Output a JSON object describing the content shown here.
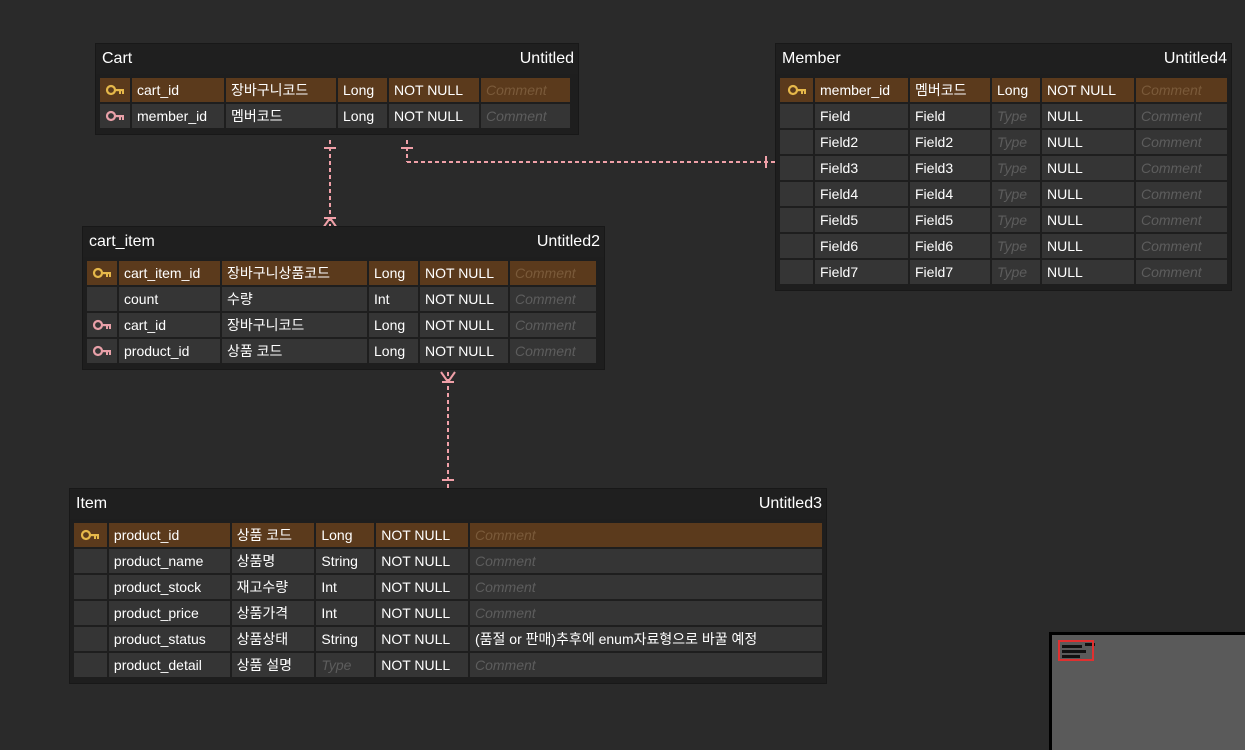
{
  "colors": {
    "background": "#2a2a2a",
    "primary_key_row": "#5b3a1c",
    "row": "#353535",
    "relation_line": "#f0a0a8",
    "pk_icon": "#e6b84a",
    "fk_icon": "#e8a0a8"
  },
  "tables": {
    "cart": {
      "name": "Cart",
      "comment": "Untitled",
      "rows": [
        {
          "key": "pk",
          "name": "cart_id",
          "logical": "장바구니코드",
          "type": "Long",
          "null": "NOT NULL",
          "comment": "Comment"
        },
        {
          "key": "fk",
          "name": "member_id",
          "logical": "멤버코드",
          "type": "Long",
          "null": "NOT NULL",
          "comment": "Comment"
        }
      ]
    },
    "member": {
      "name": "Member",
      "comment": "Untitled4",
      "rows": [
        {
          "key": "pk",
          "name": "member_id",
          "logical": "멤버코드",
          "type": "Long",
          "null": "NOT NULL",
          "comment": "Comment"
        },
        {
          "key": "",
          "name": "Field",
          "logical": "Field",
          "type": "Type",
          "null": "NULL",
          "comment": "Comment"
        },
        {
          "key": "",
          "name": "Field2",
          "logical": "Field2",
          "type": "Type",
          "null": "NULL",
          "comment": "Comment"
        },
        {
          "key": "",
          "name": "Field3",
          "logical": "Field3",
          "type": "Type",
          "null": "NULL",
          "comment": "Comment"
        },
        {
          "key": "",
          "name": "Field4",
          "logical": "Field4",
          "type": "Type",
          "null": "NULL",
          "comment": "Comment"
        },
        {
          "key": "",
          "name": "Field5",
          "logical": "Field5",
          "type": "Type",
          "null": "NULL",
          "comment": "Comment"
        },
        {
          "key": "",
          "name": "Field6",
          "logical": "Field6",
          "type": "Type",
          "null": "NULL",
          "comment": "Comment"
        },
        {
          "key": "",
          "name": "Field7",
          "logical": "Field7",
          "type": "Type",
          "null": "NULL",
          "comment": "Comment"
        }
      ]
    },
    "cart_item": {
      "name": "cart_item",
      "comment": "Untitled2",
      "rows": [
        {
          "key": "pk",
          "name": "cart_item_id",
          "logical": "장바구니상품코드",
          "type": "Long",
          "null": "NOT NULL",
          "comment": "Comment"
        },
        {
          "key": "",
          "name": "count",
          "logical": "수량",
          "type": "Int",
          "null": "NOT NULL",
          "comment": "Comment"
        },
        {
          "key": "fk",
          "name": "cart_id",
          "logical": "장바구니코드",
          "type": "Long",
          "null": "NOT NULL",
          "comment": "Comment"
        },
        {
          "key": "fk",
          "name": "product_id",
          "logical": "상품 코드",
          "type": "Long",
          "null": "NOT NULL",
          "comment": "Comment"
        }
      ]
    },
    "item": {
      "name": "Item",
      "comment": "Untitled3",
      "rows": [
        {
          "key": "pk",
          "name": "product_id",
          "logical": "상품 코드",
          "type": "Long",
          "null": "NOT NULL",
          "comment": "Comment"
        },
        {
          "key": "",
          "name": "product_name",
          "logical": "상품명",
          "type": "String",
          "null": "NOT NULL",
          "comment": "Comment"
        },
        {
          "key": "",
          "name": "product_stock",
          "logical": "재고수량",
          "type": "Int",
          "null": "NOT NULL",
          "comment": "Comment"
        },
        {
          "key": "",
          "name": "product_price",
          "logical": "상품가격",
          "type": "Int",
          "null": "NOT NULL",
          "comment": "Comment"
        },
        {
          "key": "",
          "name": "product_status",
          "logical": "상품상태",
          "type": "String",
          "null": "NOT NULL",
          "comment": "(품절 or 판매)추후에 enum자료형으로 바꿀 예정"
        },
        {
          "key": "",
          "name": "product_detail",
          "logical": "상품 설명",
          "type": "Type",
          "null": "NOT NULL",
          "comment": "Comment"
        }
      ]
    }
  }
}
